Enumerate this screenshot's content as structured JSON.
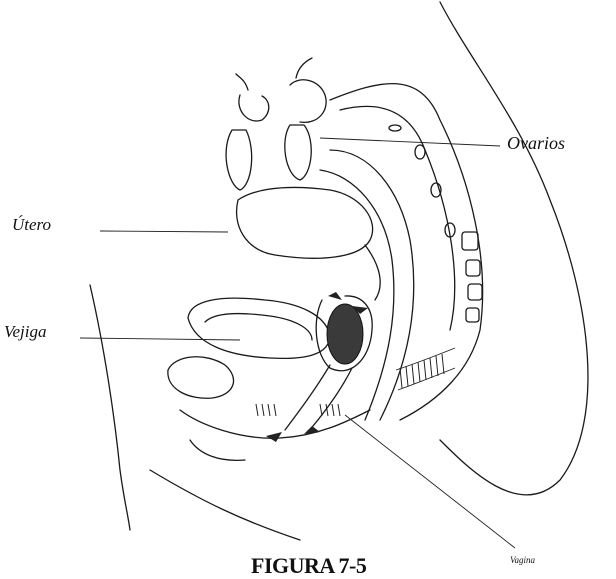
{
  "figure": {
    "caption": "FIGURA 7-5",
    "labels": {
      "utero": "Útero",
      "vejiga": "Vejiga",
      "ovarios": "Ovarios",
      "vagina": "Vagina"
    }
  }
}
